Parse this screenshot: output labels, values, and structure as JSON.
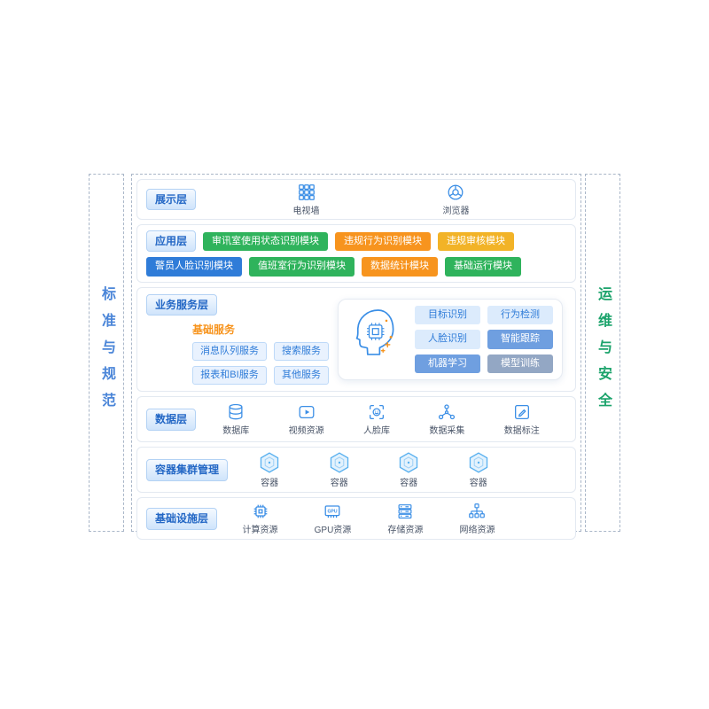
{
  "palette": {
    "accent_blue": "#2f7cd8",
    "icon_blue": "#3a8ee6",
    "module_green": "#2fb35c",
    "module_orange": "#f7941e",
    "module_yellow": "#f2b327",
    "module_blue": "#2f7cd8",
    "light_blue_bg": "#e9f2fe",
    "side_left_blue": "#4a85d8",
    "side_right_green": "#1ba36b"
  },
  "sides": {
    "left": {
      "label": "标准与规范"
    },
    "right": {
      "label": "运维与安全"
    }
  },
  "presentation": {
    "label": "展示层",
    "items": [
      {
        "label": "电视墙"
      },
      {
        "label": "浏览器"
      }
    ]
  },
  "application": {
    "label": "应用层",
    "row1": [
      {
        "label": "审讯室使用状态识别模块",
        "color": "green"
      },
      {
        "label": "违规行为识别模块",
        "color": "orange"
      },
      {
        "label": "违规审核模块",
        "color": "yellow"
      }
    ],
    "row2": [
      {
        "label": "警员人脸识别模块",
        "color": "blue"
      },
      {
        "label": "值班室行为识别模块",
        "color": "green"
      },
      {
        "label": "数据统计模块",
        "color": "orange"
      },
      {
        "label": "基础运行模块",
        "color": "green"
      }
    ]
  },
  "business": {
    "label": "业务服务层",
    "basic_title": "基础服务",
    "services": [
      {
        "label": "消息队列服务"
      },
      {
        "label": "搜索服务"
      },
      {
        "label": "报表和BI服务"
      },
      {
        "label": "其他服务"
      }
    ],
    "ai_tags": [
      {
        "label": "目标识别",
        "style": "light"
      },
      {
        "label": "行为检测",
        "style": "light"
      },
      {
        "label": "人脸识别",
        "style": "light"
      },
      {
        "label": "智能跟踪",
        "style": "medium"
      },
      {
        "label": "机器学习",
        "style": "medium"
      },
      {
        "label": "模型训练",
        "style": "dark"
      }
    ]
  },
  "data_layer": {
    "label": "数据层",
    "items": [
      {
        "label": "数据库"
      },
      {
        "label": "视频资源"
      },
      {
        "label": "人脸库"
      },
      {
        "label": "数据采集"
      },
      {
        "label": "数据标注"
      }
    ]
  },
  "container_layer": {
    "label": "容器集群管理",
    "items": [
      {
        "label": "容器"
      },
      {
        "label": "容器"
      },
      {
        "label": "容器"
      },
      {
        "label": "容器"
      }
    ]
  },
  "infrastructure": {
    "label": "基础设施层",
    "gpu_chip_text": "GPU",
    "items": [
      {
        "label": "计算资源"
      },
      {
        "label": "GPU资源"
      },
      {
        "label": "存储资源"
      },
      {
        "label": "网络资源"
      }
    ]
  }
}
